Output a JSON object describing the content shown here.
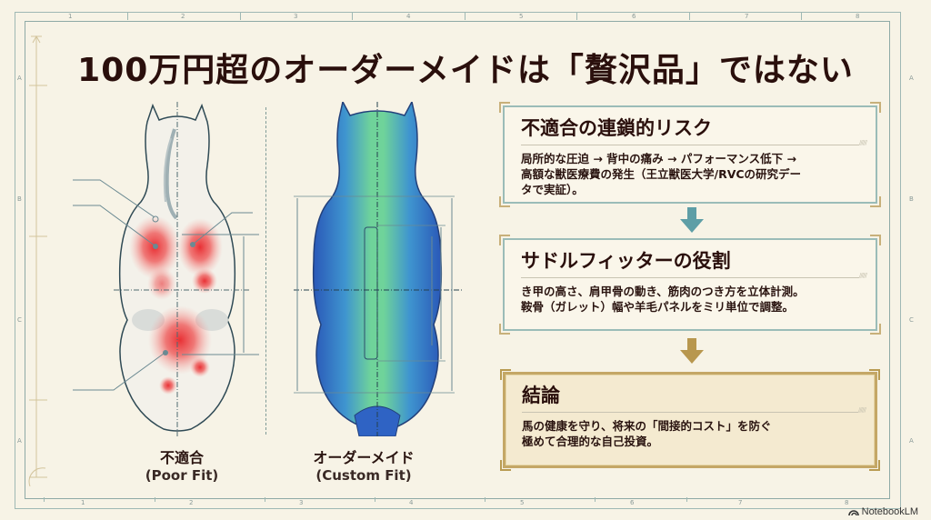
{
  "title": "100万円超のオーダーメイドは「贅沢品」ではない",
  "ruler": {
    "top_numbers": [
      "1",
      "2",
      "3",
      "4",
      "5",
      "6",
      "7",
      "8"
    ],
    "bottom_numbers": [
      "1",
      "2",
      "3",
      "4",
      "5",
      "6",
      "7",
      "8"
    ],
    "side_letters": [
      "A",
      "B",
      "C",
      "A"
    ]
  },
  "comparison": {
    "left": {
      "label_jp": "不適合",
      "label_en": "(Poor Fit)",
      "visual": "horse-top-view-red-pressure-hotspots"
    },
    "right": {
      "label_jp": "オーダーメイド",
      "label_en": "(Custom Fit)",
      "visual": "horse-top-view-even-blue-green-pressure"
    }
  },
  "flow": [
    {
      "heading": "不適合の連鎖的リスク",
      "body_line1": "局所的な圧迫 → 背中の痛み → パフォーマンス低下 →",
      "body_line2": "高額な獣医療費の発生（王立獣医大学/RVCの研究デー",
      "body_line3": "タで実証）。"
    },
    {
      "heading": "サドルフィッターの役割",
      "body_line1": "き甲の高さ、肩甲骨の動き、筋肉のつき方を立体計測。",
      "body_line2": "鞍骨（ガレット）幅や羊毛パネルをミリ単位で調整。"
    },
    {
      "heading": "結論",
      "body_line1": "馬の健康を守り、将来の「間接的コスト」を防ぐ",
      "body_line2": "極めて合理的な自己投資。"
    }
  ],
  "arrows": [
    {
      "icon": "arrow-down-icon",
      "color": "#5e9ea6"
    },
    {
      "icon": "arrow-down-icon",
      "color": "#b8974e"
    }
  ],
  "colors": {
    "background": "#f7f3e6",
    "title": "#2a0f0c",
    "teal_border": "#9bbcb8",
    "gold_border": "#c4a766",
    "hotspot_red": "#e8262b",
    "custom_blue": "#2f63c4",
    "custom_green": "#6fd39a"
  },
  "brand": {
    "name": "NotebookLM"
  }
}
